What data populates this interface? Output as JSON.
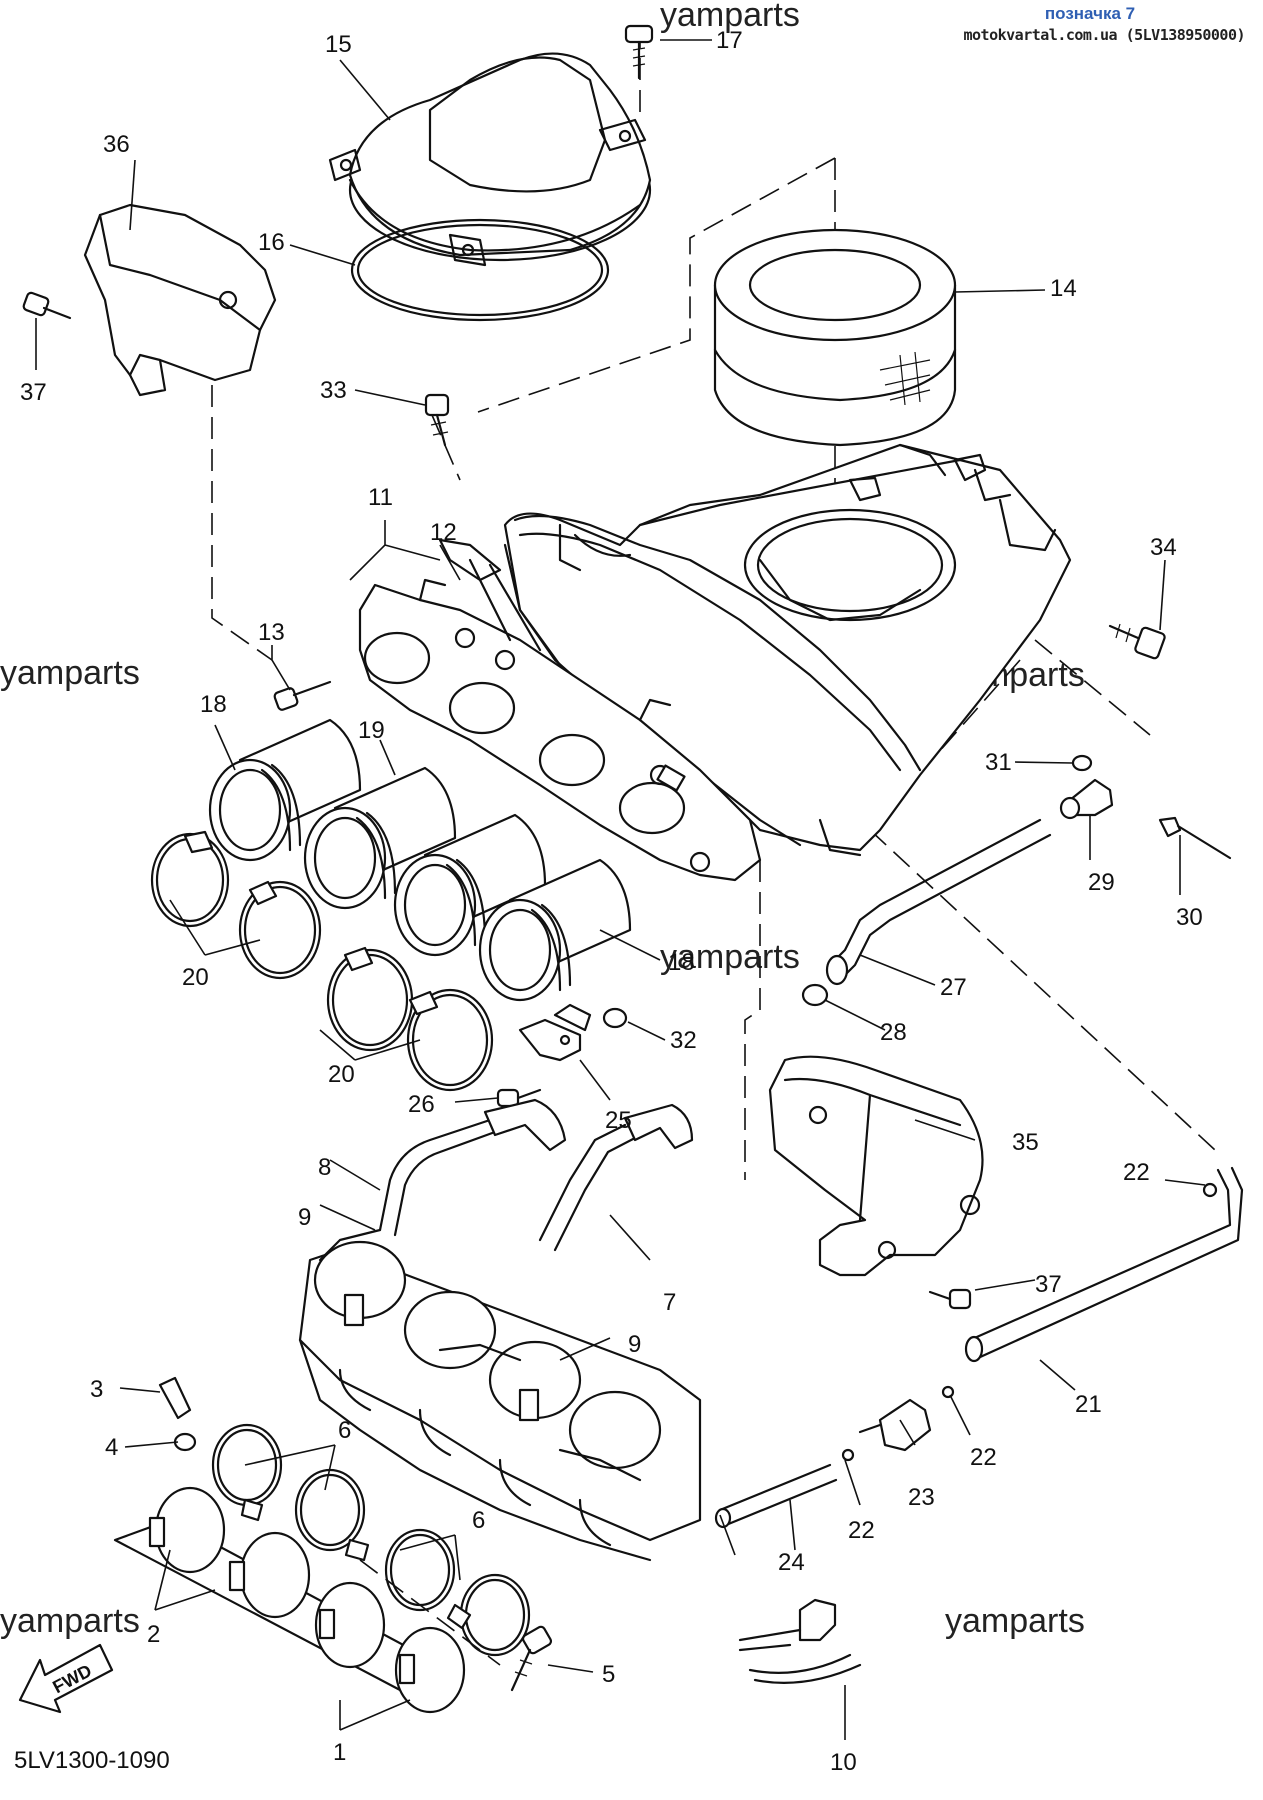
{
  "header": {
    "badge": "позначка 7",
    "site": "motokvartal.com.ua (5LV138950000)"
  },
  "watermark": "yamparts",
  "diagram_code": "5LV1300-1090",
  "fwd_label": "FWD",
  "callouts": {
    "c1": "1",
    "c2": "2",
    "c3": "3",
    "c4": "4",
    "c5": "5",
    "c6a": "6",
    "c6b": "6",
    "c7": "7",
    "c8": "8",
    "c9a": "9",
    "c9b": "9",
    "c10": "10",
    "c11": "11",
    "c12": "12",
    "c13": "13",
    "c14": "14",
    "c15": "15",
    "c16": "16",
    "c17": "17",
    "c18a": "18",
    "c18b": "18",
    "c19": "19",
    "c20a": "20",
    "c20b": "20",
    "c21": "21",
    "c22a": "22",
    "c22b": "22",
    "c22c": "22",
    "c23": "23",
    "c24": "24",
    "c25": "25",
    "c26": "26",
    "c27": "27",
    "c28": "28",
    "c29": "29",
    "c30": "30",
    "c31": "31",
    "c32": "32",
    "c33": "33",
    "c34": "34",
    "c35": "35",
    "c36": "36",
    "c37a": "37",
    "c37b": "37"
  }
}
